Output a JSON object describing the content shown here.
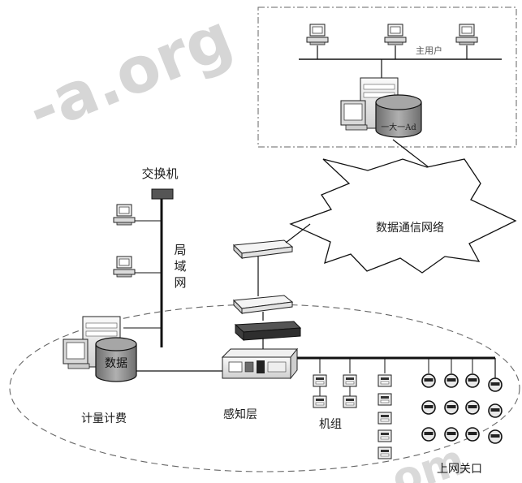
{
  "labels": {
    "switch": "交换机",
    "lan_1": "局",
    "lan_2": "域",
    "lan_3": "网",
    "network": "数据通信网络",
    "db_left": "数据",
    "billing": "计量计费",
    "perception": "感知层",
    "units": "机组",
    "gateway": "上网关口",
    "remote_caption": "主用户",
    "remote_db": "一大一Ad"
  },
  "watermarks": [
    {
      "text": "-a.org",
      "weight": "bold"
    },
    {
      "text": "om",
      "weight": "bold"
    }
  ],
  "colors": {
    "line": "#111111",
    "dash": "#777777",
    "watermark": "#cfcfcf",
    "db_body": "#8a8a8a",
    "device_light": "#e9e9e9",
    "device_dark": "#3a3a3a"
  },
  "icons": {
    "pc": "desktop-computer-icon",
    "server": "server-with-database-icon",
    "meter_box": "electric-meter-icon",
    "round_meter": "round-meter-icon",
    "modem": "modem-icon",
    "router": "router-icon",
    "collector": "data-collector-icon"
  }
}
